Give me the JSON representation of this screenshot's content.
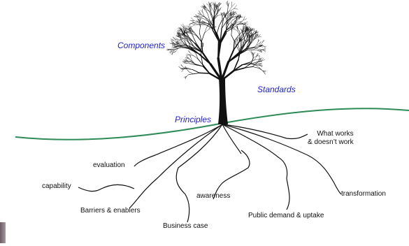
{
  "tree": {
    "canopy_labels": {
      "components": "Components",
      "standards": "Standards",
      "principles": "Principles"
    }
  },
  "roots": {
    "what_works": "What works\n& doesn’t work",
    "evaluation": "evaluation",
    "capability": "capability",
    "awareness": "awareness",
    "transformation": "transformation",
    "barriers": "Barriers & enablers",
    "public_demand": "Public demand & uptake",
    "business_case": "Business case"
  },
  "colors": {
    "ground_line": "#2e8b57",
    "canopy_label": "#2222cc",
    "root_label": "#111111",
    "tree": "#111111"
  }
}
